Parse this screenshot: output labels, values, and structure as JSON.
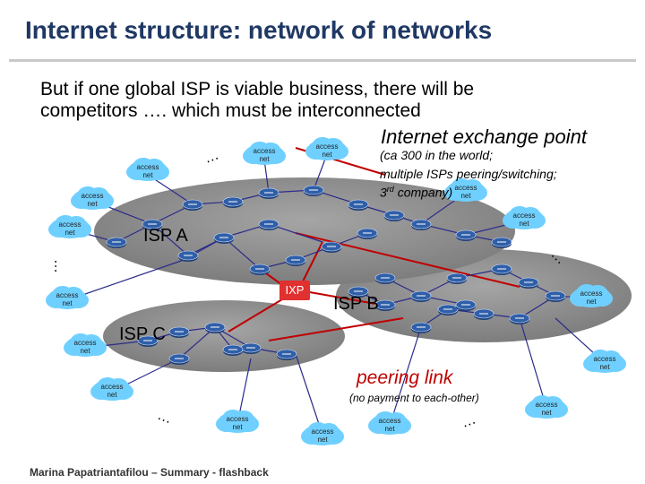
{
  "slide": {
    "title": "Internet structure: network of networks",
    "body_line1": "But if one global ISP is viable business, there will be",
    "body_line2": "competitors …. which must be interconnected",
    "ixp_title": "Internet exchange point",
    "ixp_note_line1": "(ca 300 in the world;",
    "ixp_note_line2": "multiple ISPs peering/switching;",
    "ixp_note_line3_pre": "3",
    "ixp_note_line3_sup": "rd",
    "ixp_note_line3_post": " company)",
    "footer": "Marina Papatriantafilou –  Summary - flashback"
  },
  "diagram": {
    "isp_a": "ISP A",
    "isp_b": "ISP B",
    "isp_c": "ISP C",
    "ixp": "IXP",
    "peering_link": "peering link",
    "peering_note": "(no payment to each-other)",
    "access_net_line1": "access",
    "access_net_line2": "net",
    "ellipsis": "…",
    "colors": {
      "isp_cloud": "#8c8c8c",
      "access_cloud": "#6fd0ff",
      "ixp": "#e03030",
      "peering_link": "#c00000",
      "link": "#2b2b8a",
      "router": "#2f5fa8"
    }
  }
}
